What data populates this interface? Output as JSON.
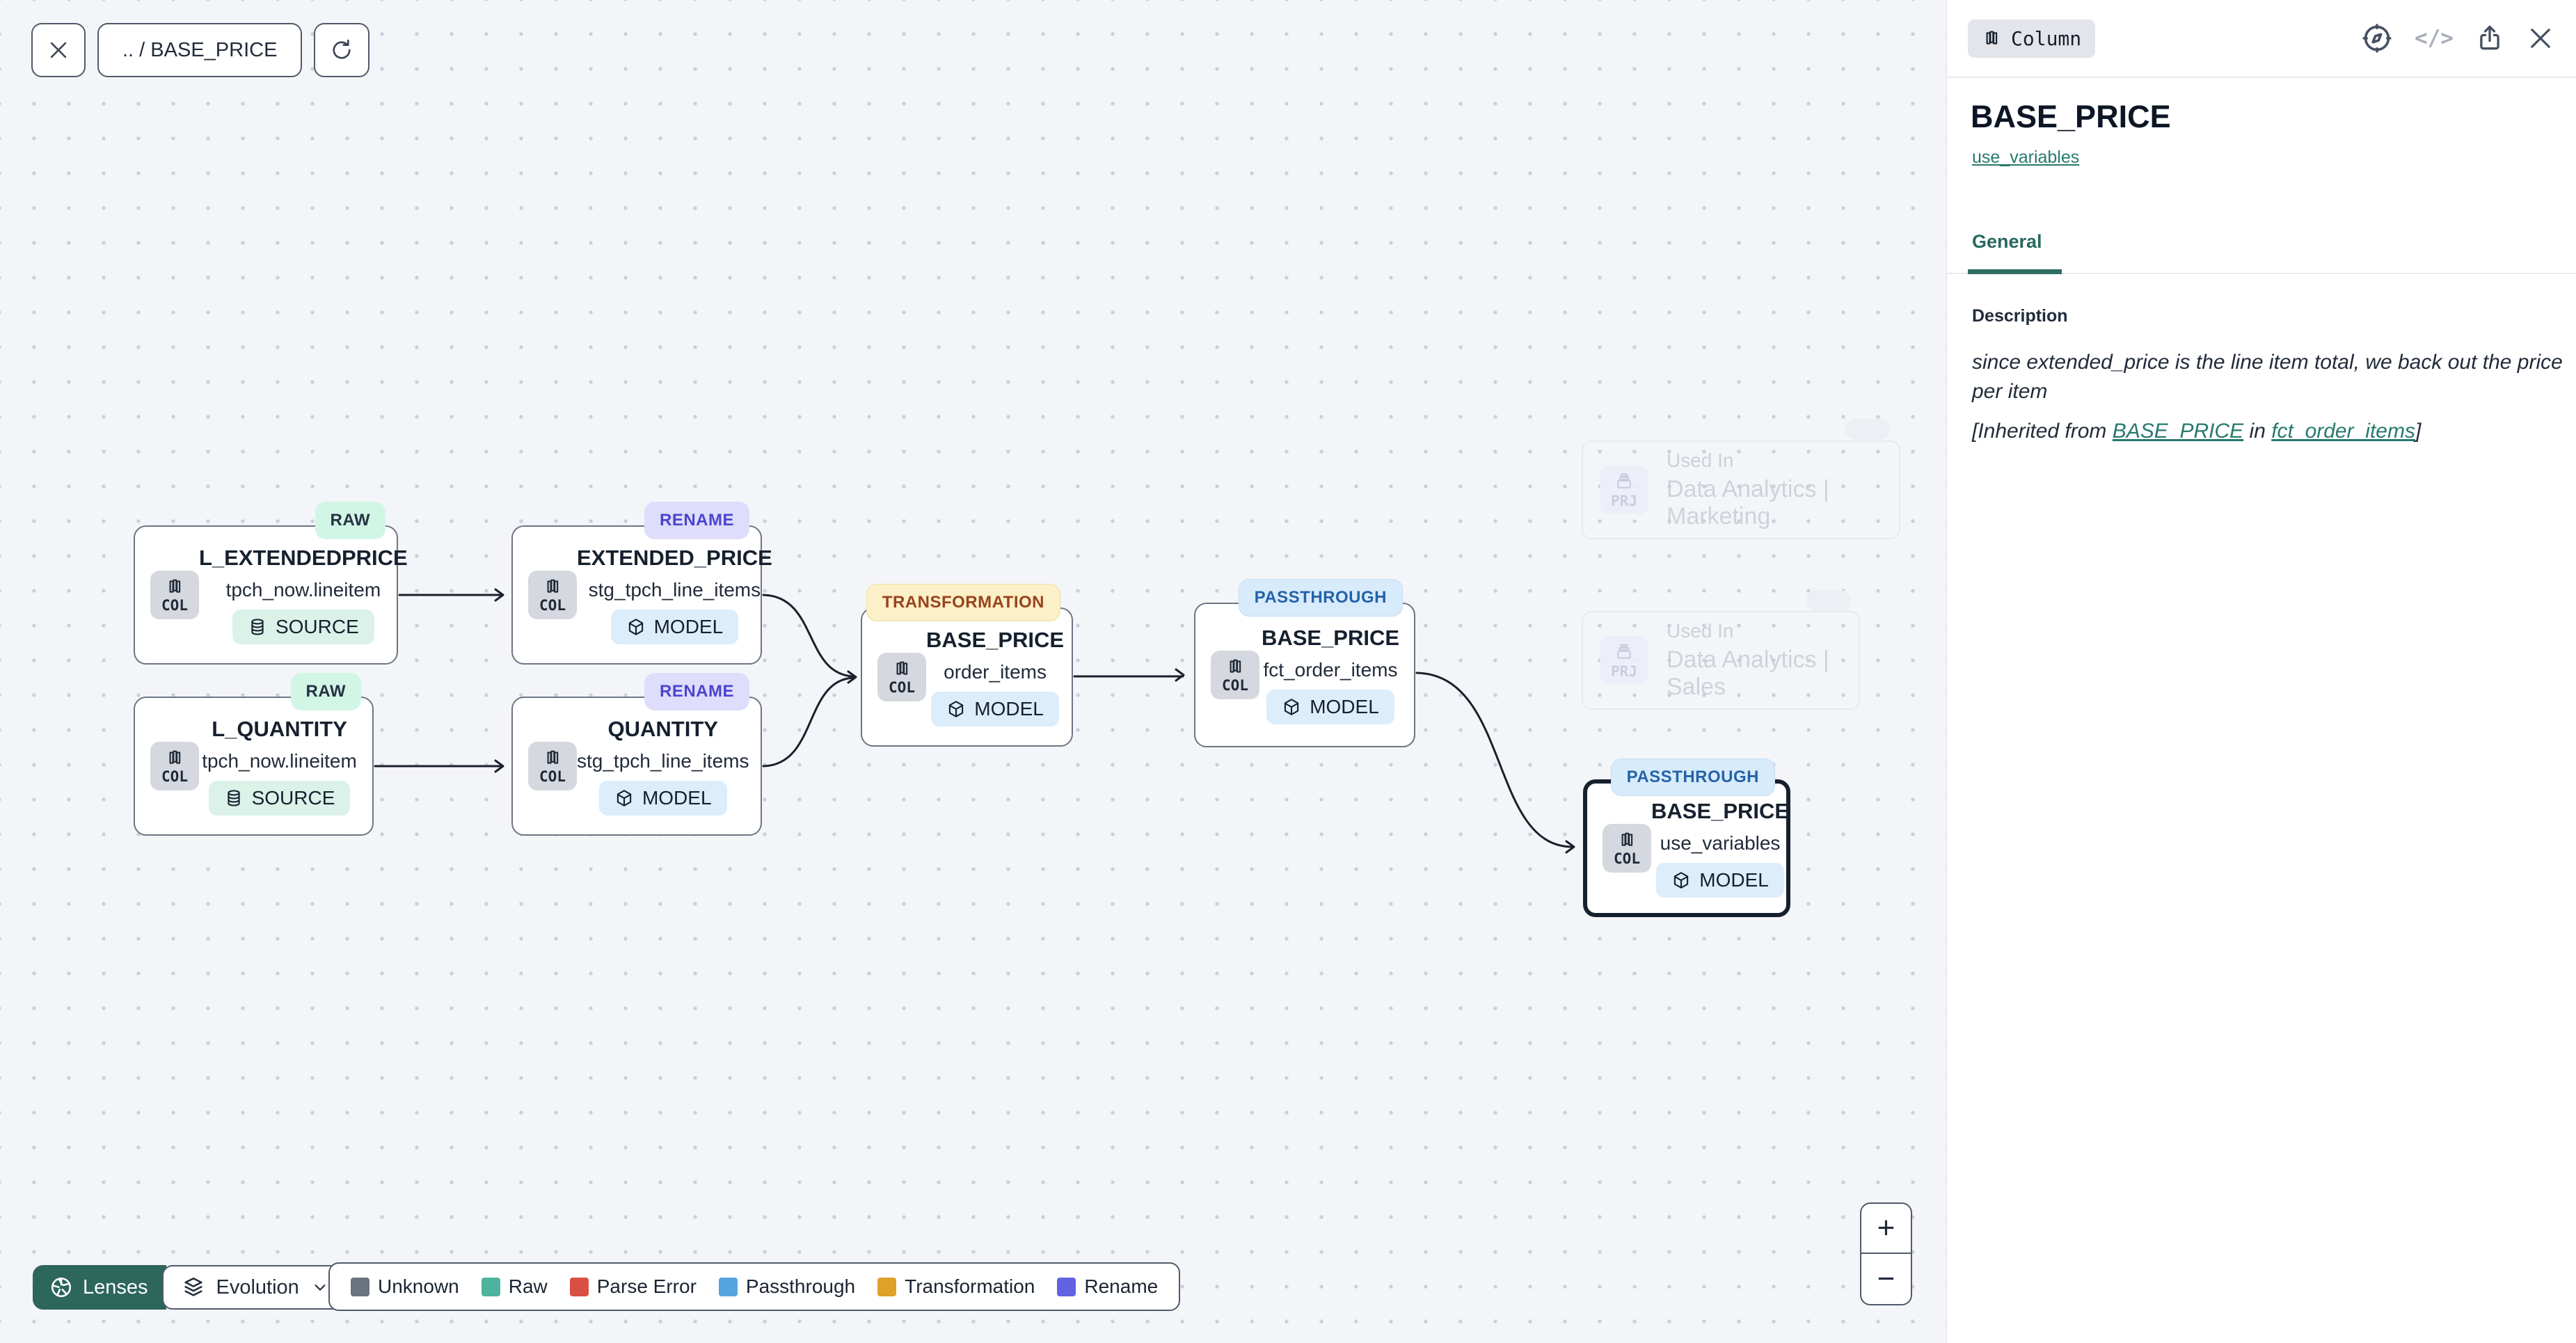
{
  "toolbar": {
    "breadcrumb": ".. / BASE_PRICE"
  },
  "panel": {
    "type_badge": "Column",
    "title": "BASE_PRICE",
    "model_link": "use_variables",
    "tab": "General",
    "description_heading": "Description",
    "description_body": "since extended_price is the line item total, we back out the price per item",
    "inherited": {
      "prefix": "[Inherited from ",
      "column_link": "BASE_PRICE",
      "middle": " in ",
      "model_link": "fct_order_items",
      "suffix": "]"
    }
  },
  "canvas": {
    "nodes": [
      {
        "badge": "RAW",
        "title": "L_EXTENDEDPRICE",
        "table": "tpch_now.lineitem",
        "chip": "SOURCE",
        "kind": "COL"
      },
      {
        "badge": "RENAME",
        "title": "EXTENDED_PRICE",
        "table": "stg_tpch_line_items",
        "chip": "MODEL",
        "kind": "COL"
      },
      {
        "badge": "RAW",
        "title": "L_QUANTITY",
        "table": "tpch_now.lineitem",
        "chip": "SOURCE",
        "kind": "COL"
      },
      {
        "badge": "RENAME",
        "title": "QUANTITY",
        "table": "stg_tpch_line_items",
        "chip": "MODEL",
        "kind": "COL"
      },
      {
        "badge": "TRANSFORMATION",
        "title": "BASE_PRICE",
        "table": "order_items",
        "chip": "MODEL",
        "kind": "COL"
      },
      {
        "badge": "PASSTHROUGH",
        "title": "BASE_PRICE",
        "table": "fct_order_items",
        "chip": "MODEL",
        "kind": "COL"
      },
      {
        "badge": "PASSTHROUGH",
        "title": "BASE_PRICE",
        "table": "use_variables",
        "chip": "MODEL",
        "kind": "COL",
        "selected": true
      }
    ],
    "ghost_nodes": [
      {
        "kind": "PRJ",
        "label": "Used In",
        "project": "Data Analytics | Marketing"
      },
      {
        "kind": "PRJ",
        "label": "Used In",
        "project": "Data Analytics | Sales"
      }
    ]
  },
  "lenses_bar": {
    "lenses_label": "Lenses",
    "active_lens": "Evolution"
  },
  "legend": [
    {
      "label": "Unknown",
      "color": "#6b7280"
    },
    {
      "label": "Raw",
      "color": "#4eb39e"
    },
    {
      "label": "Parse Error",
      "color": "#d94f44"
    },
    {
      "label": "Passthrough",
      "color": "#54a4e0"
    },
    {
      "label": "Transformation",
      "color": "#dfa128"
    },
    {
      "label": "Rename",
      "color": "#6163e3"
    }
  ],
  "zoom_controls": {
    "zoom_in": "+",
    "zoom_out": "−"
  }
}
